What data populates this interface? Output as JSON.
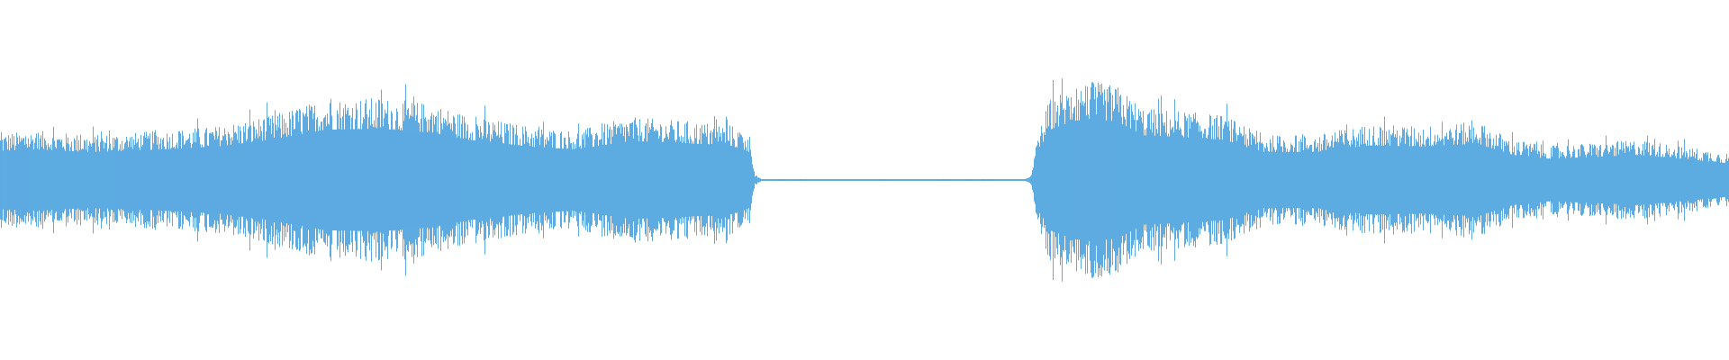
{
  "waveform": {
    "color": "#5dabe1",
    "background": "#ffffff",
    "segments": [
      {
        "name": "speech-1",
        "start": 0.0,
        "end": 0.437
      },
      {
        "name": "silence",
        "start": 0.437,
        "end": 0.594
      },
      {
        "name": "speech-2",
        "start": 0.594,
        "end": 1.0
      }
    ]
  }
}
